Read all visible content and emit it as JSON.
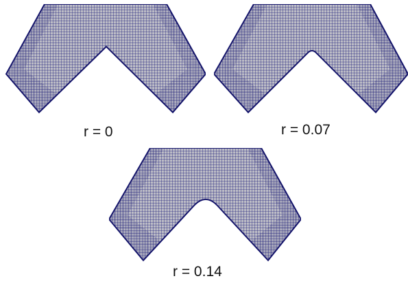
{
  "panels": [
    {
      "id": "p1",
      "label": "r = 0"
    },
    {
      "id": "p2",
      "label": "r = 0.07"
    },
    {
      "id": "p3",
      "label": "r = 0.14"
    }
  ],
  "colors": {
    "mesh_line": "#1c1c7a",
    "mesh_fill": "#b9b9c4",
    "background": "#ffffff"
  }
}
